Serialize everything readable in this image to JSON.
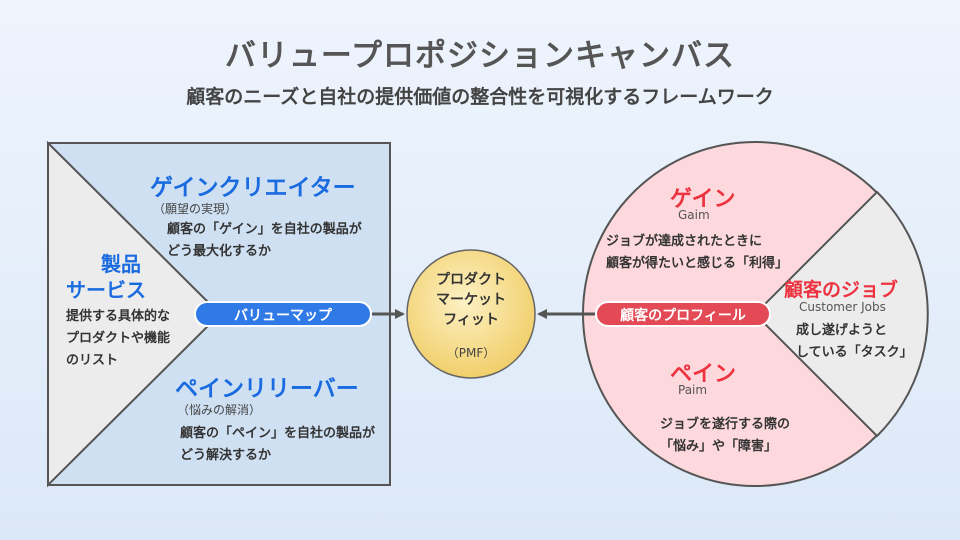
{
  "title": "バリュープロポジションキャンバス",
  "subtitle": "顧客のニーズと自社の提供価値の整合性を可視化するフレームワーク",
  "value_map": {
    "products": {
      "heading_line1": "製品",
      "heading_line2": "サービス",
      "desc_line1": "提供する具体的な",
      "desc_line2": "プロダクトや機能",
      "desc_line3": "のリスト"
    },
    "gain_creators": {
      "heading": "ゲインクリエイター",
      "note": "（願望の実現）",
      "desc_line1": "顧客の「ゲイン」を自社の製品が",
      "desc_line2": "どう最大化するか"
    },
    "pain_relievers": {
      "heading": "ペインリリーバー",
      "note": "（悩みの解消）",
      "desc_line1": "顧客の「ペイン」を自社の製品が",
      "desc_line2": "どう解決するか"
    },
    "label": "バリューマップ"
  },
  "fit": {
    "line1": "プロダクト",
    "line2": "マーケット",
    "line3": "フィット",
    "abbr": "（PMF）"
  },
  "customer_profile": {
    "gains": {
      "heading": "ゲイン",
      "en": "Gaim",
      "desc_line1": "ジョブが達成されたときに",
      "desc_line2": "顧客が得たいと感じる「利得」"
    },
    "jobs": {
      "heading": "顧客のジョブ",
      "en": "Customer Jobs",
      "desc_line1": "成し遂げようと",
      "desc_line2": "している「タスク」"
    },
    "pains": {
      "heading": "ペイン",
      "en": "Paim",
      "desc_line1": "ジョブを遂行する際の",
      "desc_line2": "「悩み」や「障害」"
    },
    "label": "顧客のプロフィール"
  },
  "colors": {
    "value_map_bg": "#cfe0f2",
    "products_bg": "#ececec",
    "profile_bg": "#fdd9dd",
    "jobs_bg": "#ececec",
    "fit_fill": "#f5d77e",
    "blue_accent": "#1a6be0",
    "red_accent": "#ee3340"
  }
}
